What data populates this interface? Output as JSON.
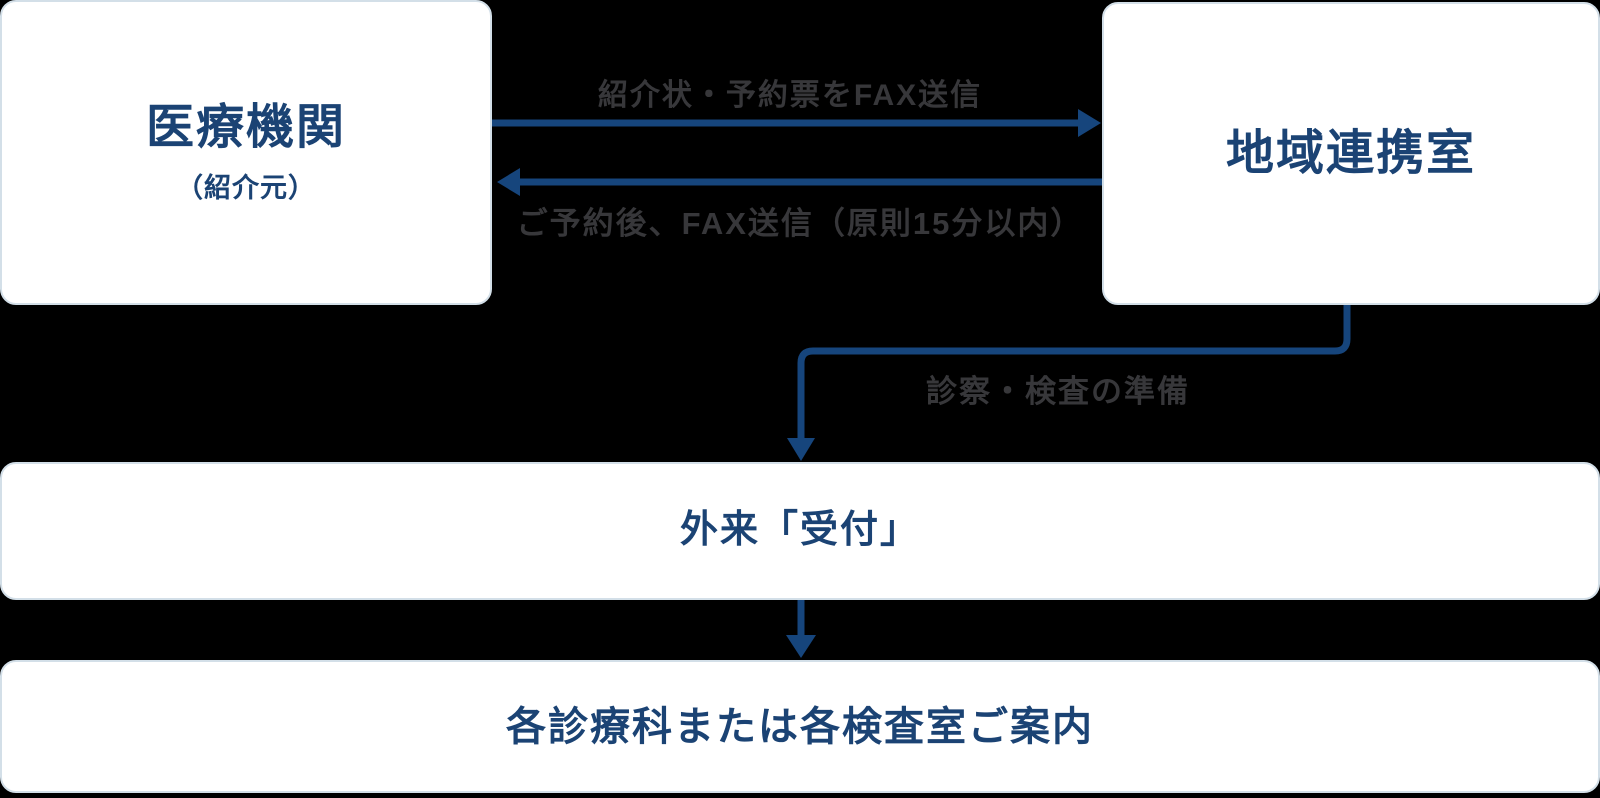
{
  "diagram": {
    "title": "referral-flowchart",
    "nodes": [
      {
        "id": "medical-institution",
        "title": "医療機関",
        "subtitle": "（紹介元）"
      },
      {
        "id": "regional-cooperation-office",
        "title": "地域連携室"
      },
      {
        "id": "outpatient-reception",
        "title": "外来「受付」"
      },
      {
        "id": "department-guide",
        "title": "各診療科または各検査室ご案内"
      }
    ],
    "edges": [
      {
        "from": "medical-institution",
        "to": "regional-cooperation-office",
        "direction": "right",
        "label": "紹介状・予約票をFAX送信"
      },
      {
        "from": "regional-cooperation-office",
        "to": "medical-institution",
        "direction": "left",
        "label": "ご予約後、FAX送信（原則15分以内）"
      },
      {
        "from": "regional-cooperation-office",
        "to": "outpatient-reception",
        "direction": "down-elbow",
        "label": "診察・検査の準備"
      },
      {
        "from": "outpatient-reception",
        "to": "department-guide",
        "direction": "down",
        "label": ""
      }
    ],
    "colors": {
      "page_background": "#000000",
      "node_background": "#ffffff",
      "node_border": "#d3dfe8",
      "node_text": "#1b4374",
      "arrow": "#16457c",
      "edge_label_text": "#37373a"
    }
  }
}
